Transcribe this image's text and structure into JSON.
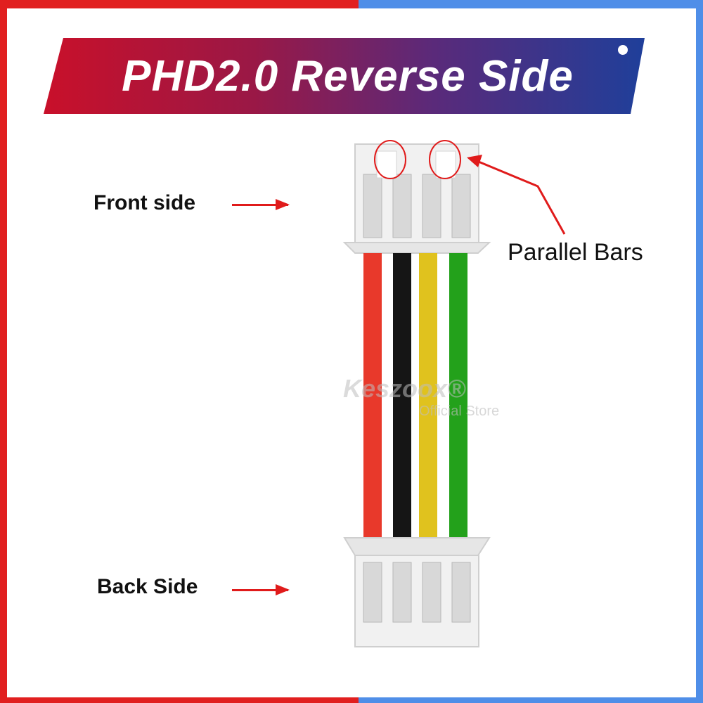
{
  "title": "PHD2.0 Reverse Side",
  "labels": {
    "front": "Front side",
    "back": "Back Side",
    "parallel_bars": "Parallel Bars"
  },
  "watermark": {
    "brand": "Keszoox®",
    "store": "Official Store"
  },
  "colors": {
    "frame_left": "#e11f1f",
    "frame_right": "#4f8ee8",
    "arrow": "#e01b1b",
    "wire_red": "#e8392b",
    "wire_black": "#151515",
    "wire_yellow": "#e0c21e",
    "wire_green": "#23a11b"
  }
}
